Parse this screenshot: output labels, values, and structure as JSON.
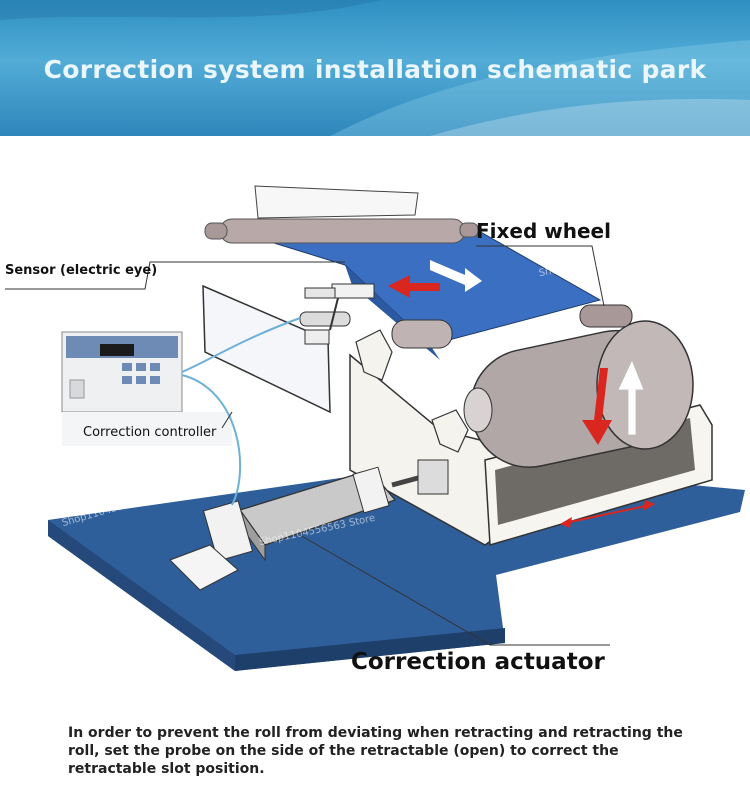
{
  "banner": {
    "title": "Correction system installation schematic park"
  },
  "labels": {
    "sensor": "Sensor (electric eye)",
    "fixed_wheel": "Fixed wheel",
    "controller": "Correction controller",
    "actuator": "Correction actuator"
  },
  "caption": "In order to prevent the roll from deviating when retracting and retracting the roll, set the probe on the side of the retractable (open) to correct the retractable slot position.",
  "watermark": "Shop1104556563 Store",
  "colors": {
    "base_plate": "#2f5f9a",
    "web": "#3a6fc2",
    "roll": "#b2a7a7",
    "arrow_red": "#d9261f",
    "arrow_white": "#ffffff"
  }
}
